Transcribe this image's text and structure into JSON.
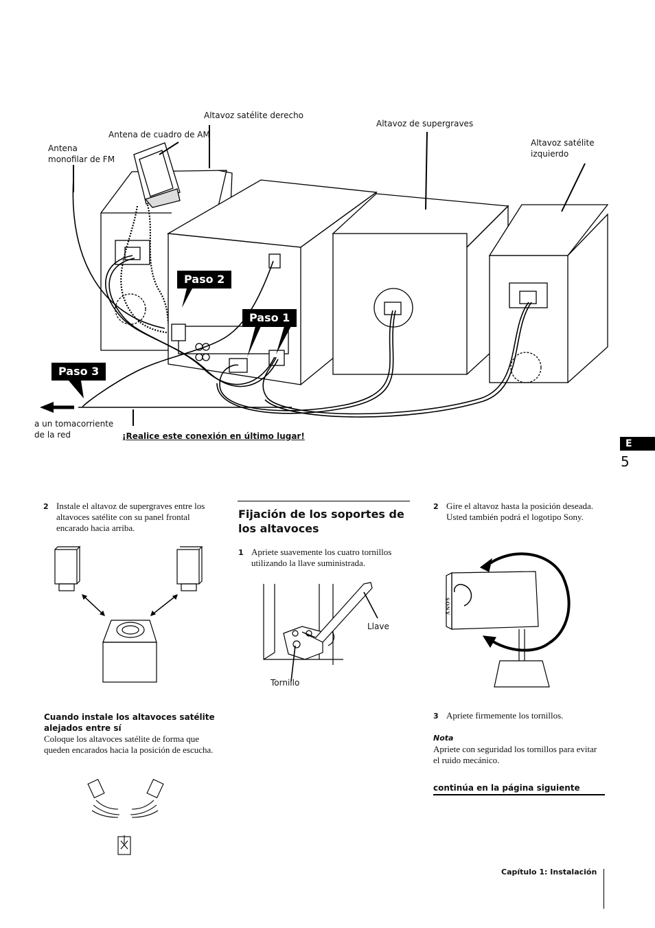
{
  "top_diagram": {
    "labels": {
      "fm_antenna": "Antena\nmonofilar de FM",
      "am_antenna": "Antena de cuadro de AM",
      "right_satellite": "Altavoz satélite derecho",
      "subwoofer": "Altavoz de supergraves",
      "left_satellite": "Altavoz satélite\nizquierdo",
      "outlet": "a un tomacorriente\nde la red",
      "last_connection": "¡Realice este conexión en último lugar!"
    },
    "steps": {
      "paso1": "Paso 1",
      "paso2": "Paso 2",
      "paso3": "Paso 3"
    }
  },
  "side_tab": {
    "letter": "E",
    "page_number": "5"
  },
  "col1": {
    "step_num": "2",
    "step_text": "Instale el altavoz de supergraves entre los altavoces satélite con su panel frontal encarado hacia arriba.",
    "subheading": "Cuando instale los altavoces satélite alejados entre sí",
    "subtext": "Coloque los altavoces satélite de forma que queden encarados hacia la posición de escucha."
  },
  "col2": {
    "heading": "Fijación de los soportes de los altavoces",
    "step_num": "1",
    "step_text": "Apriete suavemente los cuatro tornillos utilizando la llave suministrada.",
    "label_key": "Llave",
    "label_screw": "Tornillo"
  },
  "col3": {
    "step2_num": "2",
    "step2_text": "Gire el altavoz hasta la posición deseada.\nUsted también podrá el logotipo Sony.",
    "logo": "SONY",
    "step3_num": "3",
    "step3_text": "Apriete firmemente los tornillos.",
    "note_title": "Nota",
    "note_text": "Apriete con seguridad los tornillos para evitar el ruido mecánico.",
    "continue": "continúa en la página siguiente"
  },
  "footer": {
    "chapter": "Capítulo 1: Instalación"
  }
}
